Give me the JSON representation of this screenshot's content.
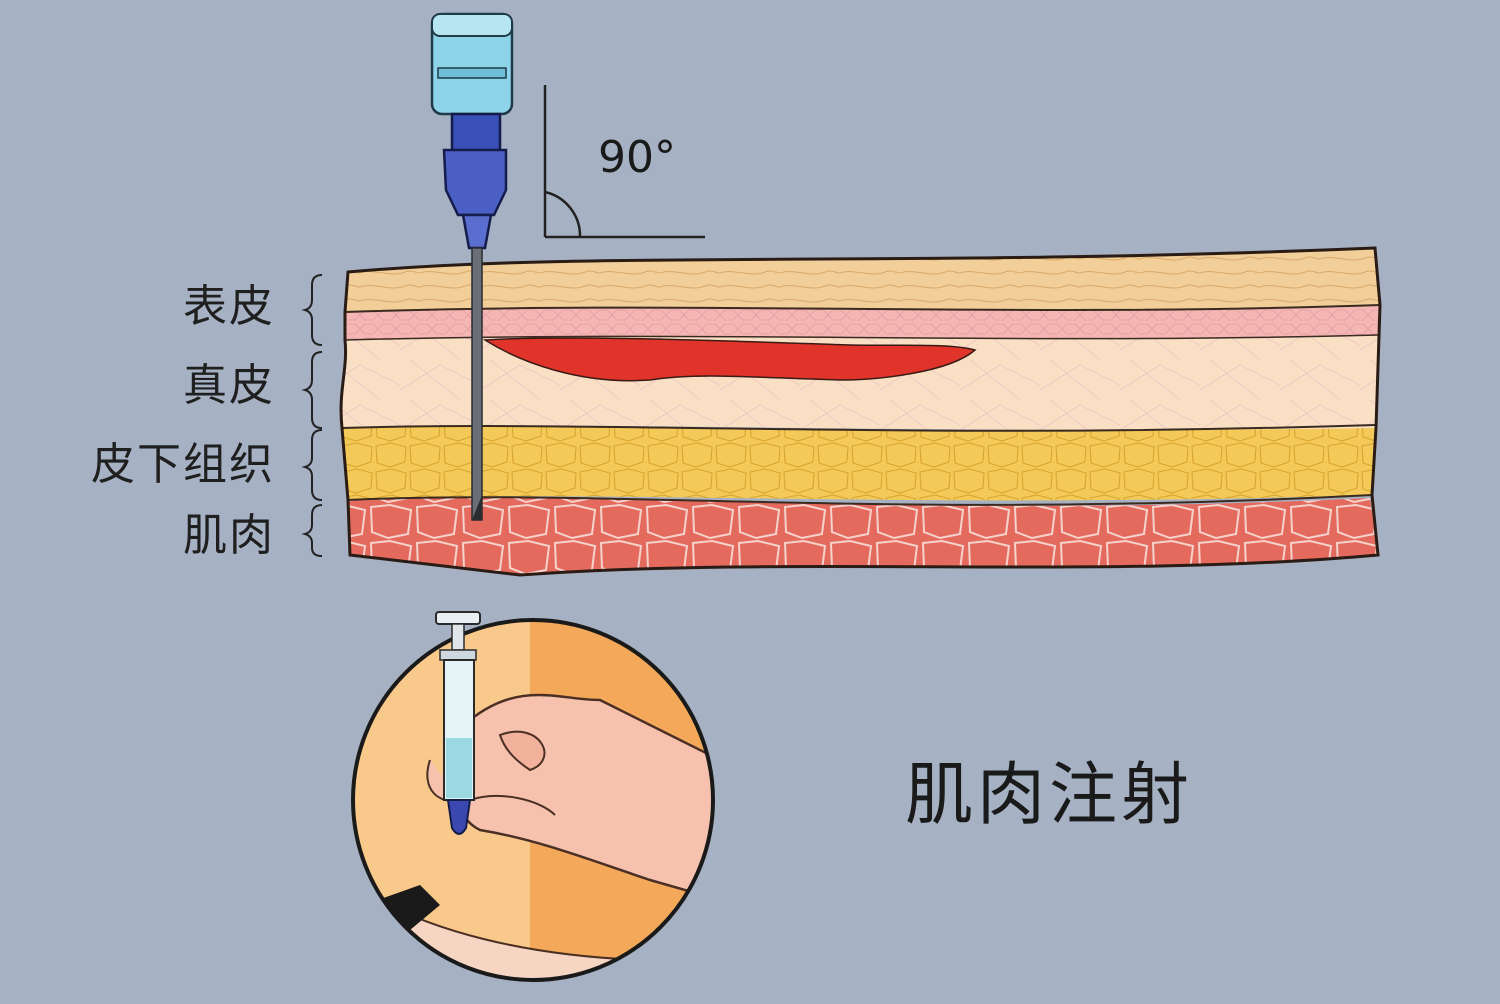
{
  "diagram": {
    "angle_label": "90°",
    "layers": [
      {
        "id": "epidermis",
        "label": "表皮",
        "color": "#f2cf99"
      },
      {
        "id": "dermis",
        "label": "真皮",
        "color": "#f9e0c4"
      },
      {
        "id": "subcutaneous",
        "label": "皮下组织",
        "color": "#f3c95a"
      },
      {
        "id": "muscle",
        "label": "肌肉",
        "color": "#e46a5e"
      }
    ],
    "title": "肌肉注射",
    "colors": {
      "background": "#a6b2c4",
      "needle_hub": "#4b5fc4",
      "vial": "#8fd3e8",
      "bleed_region": "#e0342a",
      "inset_background": "#f4a95a"
    },
    "icons": [
      "needle-icon",
      "angle-icon",
      "syringe-in-hand-icon"
    ]
  }
}
